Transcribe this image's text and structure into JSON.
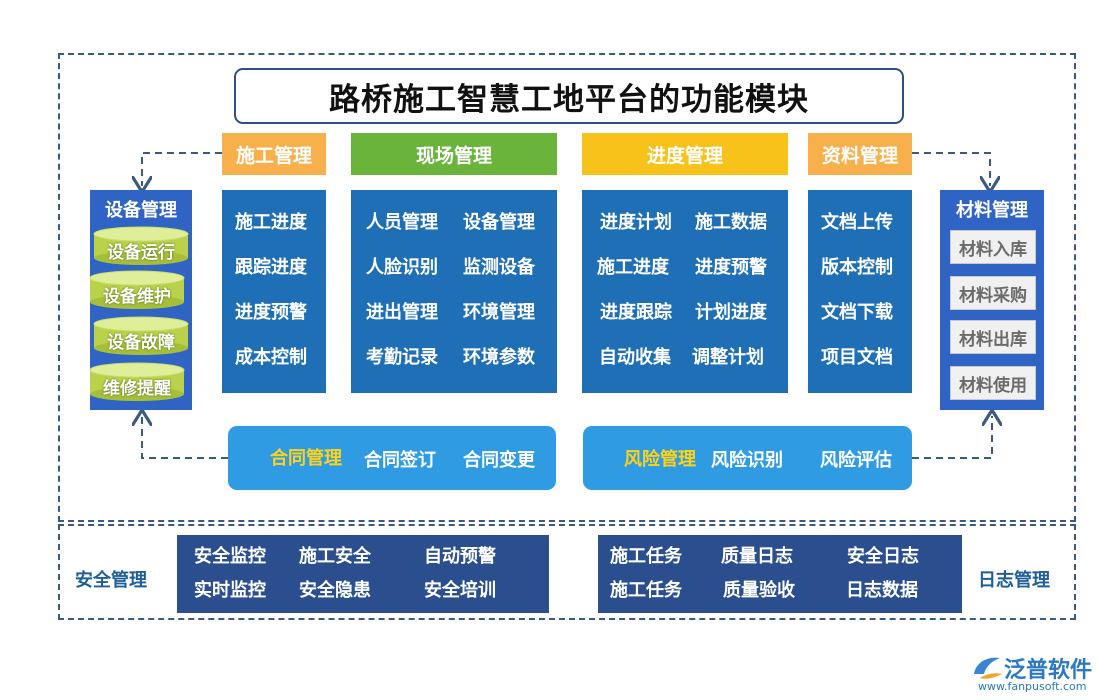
{
  "title": "路桥施工智慧工地平台的功能模块",
  "colors": {
    "frame": "#3b5a82",
    "panel": "#1f6fb6",
    "side": "#2f63c4",
    "pill": "#2f9be3",
    "bottom_panel": "#2b4f8e",
    "highlight": "#ffd21a",
    "cat_construction": "#f7b04c",
    "cat_site": "#6ab43c",
    "cat_progress": "#f7c21a",
    "cat_docs": "#f7b04c"
  },
  "categories": {
    "construction": {
      "label": "施工管理",
      "items": [
        "施工进度",
        "跟踪进度",
        "进度预警",
        "成本控制"
      ]
    },
    "site": {
      "label": "现场管理",
      "items": [
        "人员管理",
        "设备管理",
        "人脸识别",
        "监测设备",
        "进出管理",
        "环境管理",
        "考勤记录",
        "环境参数"
      ]
    },
    "progress": {
      "label": "进度管理",
      "items": [
        "进度计划",
        "施工数据",
        "施工进度",
        "进度预警",
        "进度跟踪",
        "计划进度",
        "自动收集",
        "调整计划"
      ]
    },
    "documents": {
      "label": "资料管理",
      "items": [
        "文档上传",
        "版本控制",
        "文档下载",
        "项目文档"
      ]
    }
  },
  "equipment": {
    "label": "设备管理",
    "items": [
      "设备运行",
      "设备维护",
      "设备故障",
      "维修提醒"
    ],
    "icon": "database-cylinder-icon"
  },
  "materials": {
    "label": "材料管理",
    "items": [
      "材料入库",
      "材料采购",
      "材料出库",
      "材料使用"
    ]
  },
  "contract": {
    "label": "合同管理",
    "items": [
      "合同签订",
      "合同变更"
    ]
  },
  "risk": {
    "label": "风险管理",
    "items": [
      "风险识别",
      "风险评估"
    ]
  },
  "safety": {
    "label": "安全管理",
    "items": [
      "安全监控",
      "施工安全",
      "自动预警",
      "实时监控",
      "安全隐患",
      "安全培训"
    ]
  },
  "logs": {
    "label": "日志管理",
    "items": [
      "施工任务",
      "质量日志",
      "安全日志",
      "施工任务",
      "质量验收",
      "日志数据"
    ]
  },
  "logo": {
    "name": "泛普软件",
    "url": "www.fanpusoft.com",
    "icon": "fanpu-logo-icon"
  }
}
